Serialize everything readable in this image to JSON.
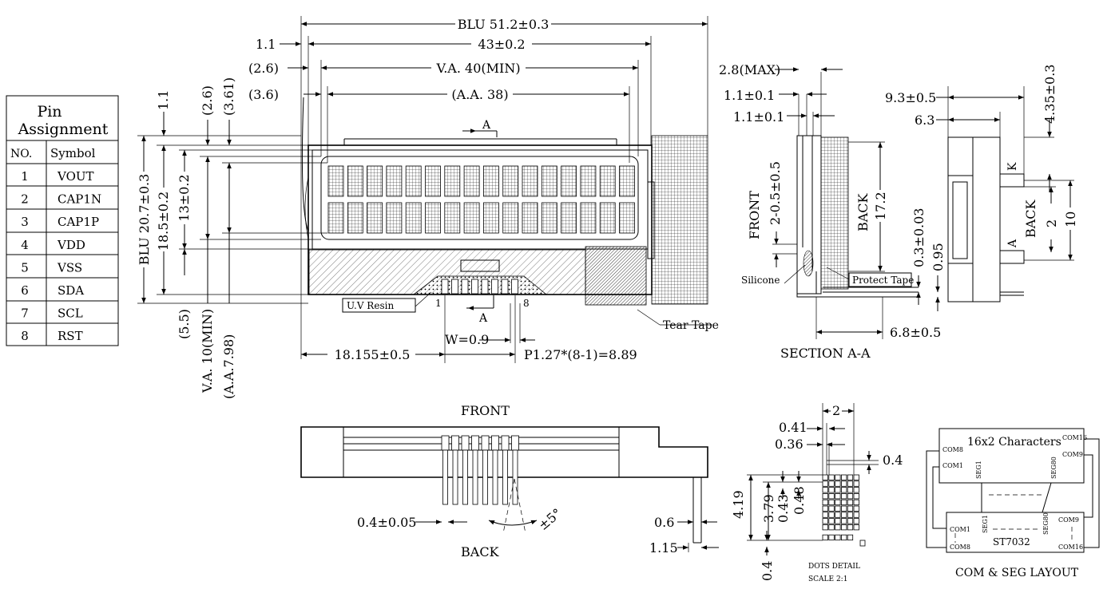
{
  "pin_table": {
    "title_line1": "Pin",
    "title_line2": "Assignment",
    "col_no": "NO.",
    "col_symbol": "Symbol",
    "rows": [
      {
        "no": "1",
        "symbol": "VOUT"
      },
      {
        "no": "2",
        "symbol": "CAP1N"
      },
      {
        "no": "3",
        "symbol": "CAP1P"
      },
      {
        "no": "4",
        "symbol": "VDD"
      },
      {
        "no": "5",
        "symbol": "VSS"
      },
      {
        "no": "6",
        "symbol": "SDA"
      },
      {
        "no": "7",
        "symbol": "SCL"
      },
      {
        "no": "8",
        "symbol": "RST"
      }
    ]
  },
  "front_view": {
    "blu_width": "BLU 51.2±0.3",
    "glass_width": "43±0.2",
    "left_offset": "1.1",
    "va_offset": "(2.6)",
    "va_width": "V.A. 40(MIN)",
    "aa_offset": "(3.6)",
    "aa_width": "(A.A. 38)",
    "section_mark": "A",
    "section_mark_bottom": "A",
    "top_offset": "1.1",
    "va_top": "(2.6)",
    "aa_top": "(3.61)",
    "blu_height": "BLU 20.7±0.3",
    "glass_height": "18.5±0.2",
    "inner_height": "13±0.2",
    "bottom_offset": "(5.5)",
    "va_height": "V.A. 10(MIN)",
    "aa_height": "(A.A.7.98)",
    "uv_resin": "U.V Resin",
    "pin_first": "1",
    "pin_last": "8",
    "tear_tape": "Tear Tape",
    "pin_start": "18.155±0.5",
    "pin_width": "W=0.9",
    "pin_pitch": "P1.27*(8-1)=8.89"
  },
  "lcd_grid": {
    "rows": 2,
    "cols": 16,
    "dot_cols": 5,
    "dot_rows": 8
  },
  "section_view": {
    "max_thickness": "2.8(MAX)",
    "t1": "1.1±0.1",
    "t2": "1.1±0.1",
    "front_label": "FRONT",
    "front_dim": "2-0.5±0.5",
    "back_label": "BACK",
    "back_dim": "17.2",
    "silicone": "Silicone",
    "protect_tape": "Protect Tape",
    "pin_thick": "0.3±0.03",
    "pin_len": "0.95",
    "depth": "6.8±0.5",
    "caption": "SECTION A-A"
  },
  "side_view": {
    "dim_total": "9.3±0.5",
    "dim_inner": "6.3",
    "dim_vertical": "4.35±0.3",
    "k_label": "K",
    "a_label": "A",
    "back_label": "BACK",
    "dim_2": "2",
    "dim_10": "10"
  },
  "bottom_view": {
    "front_label": "FRONT",
    "back_label": "BACK",
    "pin_dim": "0.4±0.05",
    "angle": "±5°",
    "dim_06": "0.6",
    "dim_115": "1.15"
  },
  "dots_detail": {
    "d2": "2",
    "d041": "0.41",
    "d036": "0.36",
    "d04": "0.4",
    "d419": "4.19",
    "d379": "3.79",
    "d043": "0.43",
    "d048": "0.48",
    "d04b": "0.4",
    "caption1": "DOTS DETAIL",
    "caption2": "SCALE 2:1"
  },
  "com_seg": {
    "chars": "16x2 Characters",
    "com8": "COM8",
    "com16": "COM16",
    "com1": "COM1",
    "com9": "COM9",
    "seg1": "SEG1",
    "seg80": "SEG80",
    "ic_seg1": "SEG1",
    "ic_seg80": "SEG80",
    "ic_com1": "COM1",
    "ic_com8": "COM8",
    "ic_com9": "COM9",
    "ic_com16": "COM16",
    "ic_name": "ST7032",
    "caption": "COM & SEG LAYOUT"
  }
}
